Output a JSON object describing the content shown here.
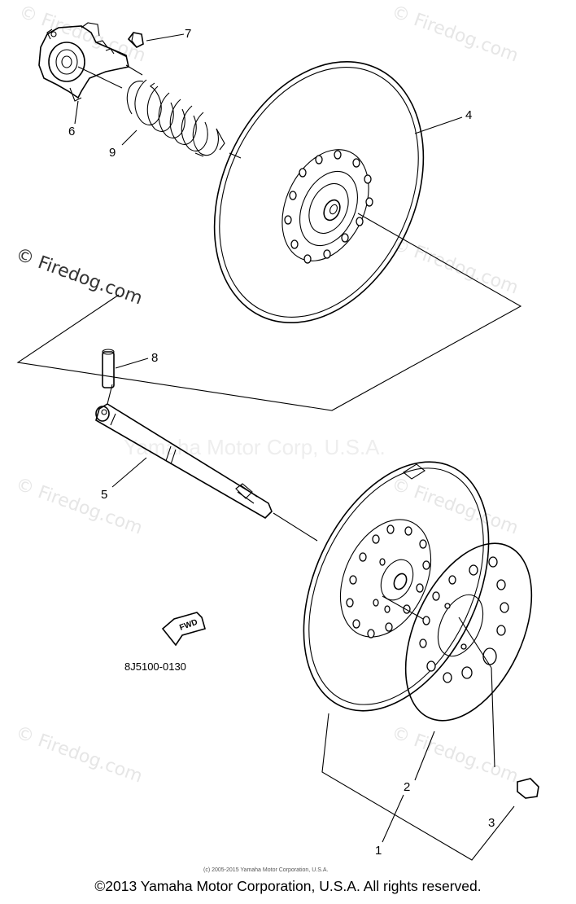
{
  "watermarks": {
    "firedog": "© Firedog.com",
    "yamaha": "Yamaha Motor Corp, U.S.A."
  },
  "callouts": {
    "c1": "1",
    "c2": "2",
    "c3": "3",
    "c4": "4",
    "c5": "5",
    "c6": "6",
    "c7": "7",
    "c8": "8",
    "c9": "9"
  },
  "fwd_label": "FWD",
  "part_code": "8J5100-0130",
  "small_copyright": "(c) 2005-2015 Yamaha Motor Corporation, U.S.A.",
  "footer": "©2013 Yamaha Motor Corporation, U.S.A. All rights reserved."
}
